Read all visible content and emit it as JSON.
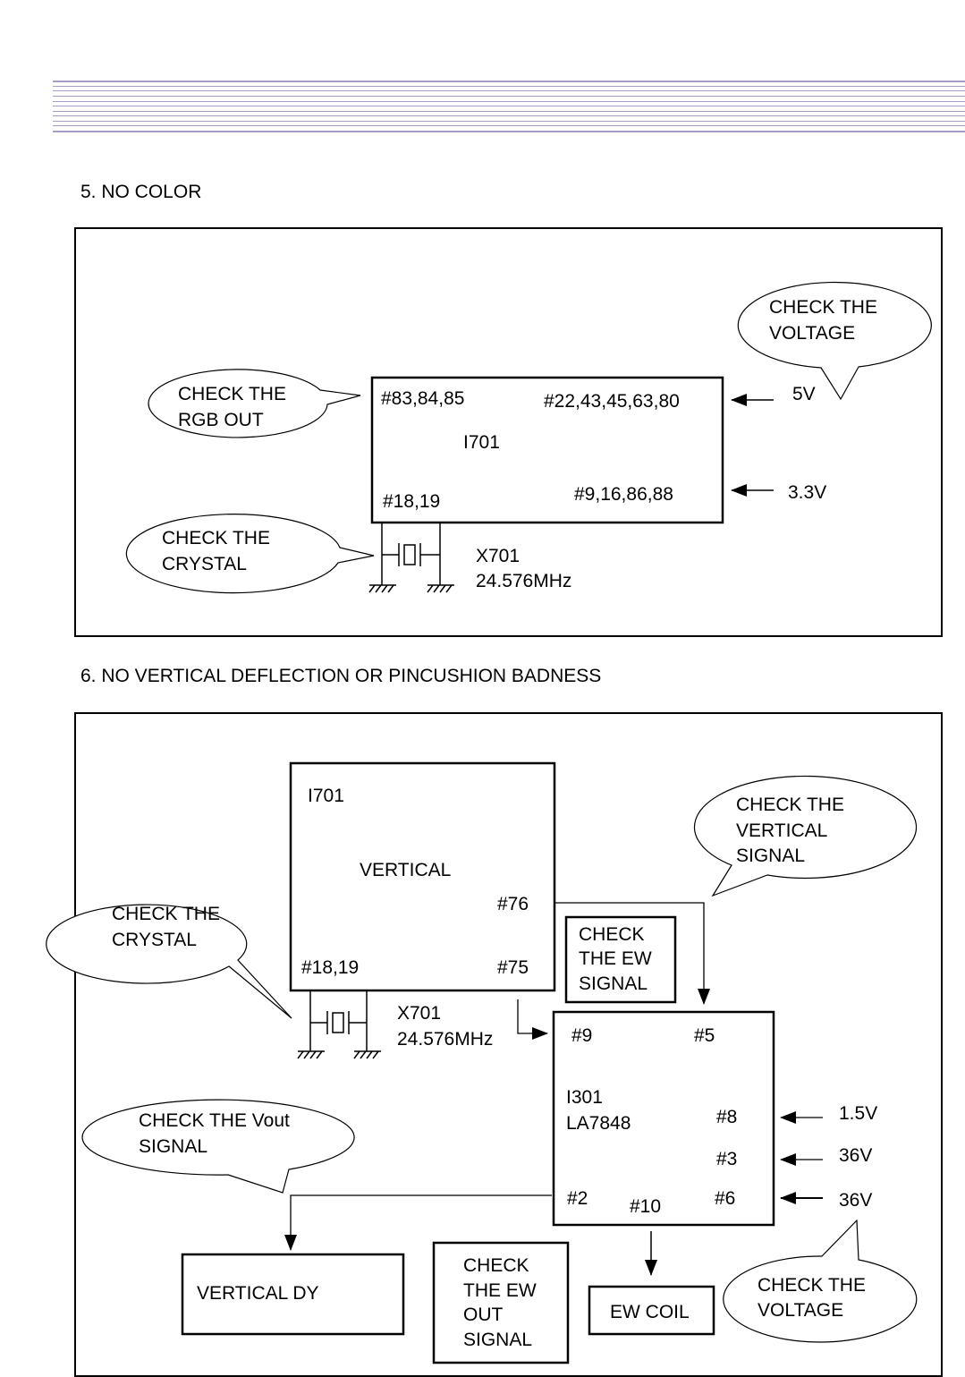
{
  "header": {
    "stripe_color": "#a89bc4"
  },
  "section5": {
    "title": "5. NO COLOR",
    "ic": {
      "pins_top_left": "#83,84,85",
      "pins_top_right": "#22,43,45,63,80",
      "name": "I701",
      "pins_bottom_left": "#18,19",
      "pins_bottom_right": "#9,16,86,88"
    },
    "voltage_top": "5V",
    "voltage_bottom": "3.3V",
    "crystal": {
      "ref": "X701",
      "freq": "24.576MHz"
    },
    "callouts": {
      "voltage": [
        "CHECK THE",
        "VOLTAGE"
      ],
      "rgb": [
        "CHECK THE",
        "RGB OUT"
      ],
      "crystal": [
        "CHECK THE",
        "CRYSTAL"
      ]
    }
  },
  "section6": {
    "title": "6. NO VERTICAL DEFLECTION OR PINCUSHION BADNESS",
    "ic1": {
      "name": "I701",
      "function": "VERTICAL",
      "pin76": "#76",
      "pin75": "#75",
      "pins_crystal": "#18,19"
    },
    "crystal": {
      "ref": "X701",
      "freq": "24.576MHz"
    },
    "ic2": {
      "name": "I301",
      "part": "LA7848",
      "pin9": "#9",
      "pin5": "#5",
      "pin8": "#8",
      "pin3": "#3",
      "pin2": "#2",
      "pin10": "#10",
      "pin6": "#6"
    },
    "voltages": [
      "1.5V",
      "36V",
      "36V"
    ],
    "boxes": {
      "ew_signal": [
        "CHECK",
        "THE EW",
        "SIGNAL"
      ],
      "vertical_dy": "VERTICAL DY",
      "ew_out": [
        "CHECK",
        "THE EW",
        "OUT",
        "SIGNAL"
      ],
      "ew_coil": "EW COIL"
    },
    "callouts": {
      "vertical": [
        "CHECK THE",
        "VERTICAL",
        "SIGNAL"
      ],
      "crystal": [
        "CHECK THE",
        "CRYSTAL"
      ],
      "vout": [
        "CHECK THE Vout",
        "SIGNAL"
      ],
      "voltage": [
        "CHECK THE",
        "VOLTAGE"
      ]
    }
  }
}
